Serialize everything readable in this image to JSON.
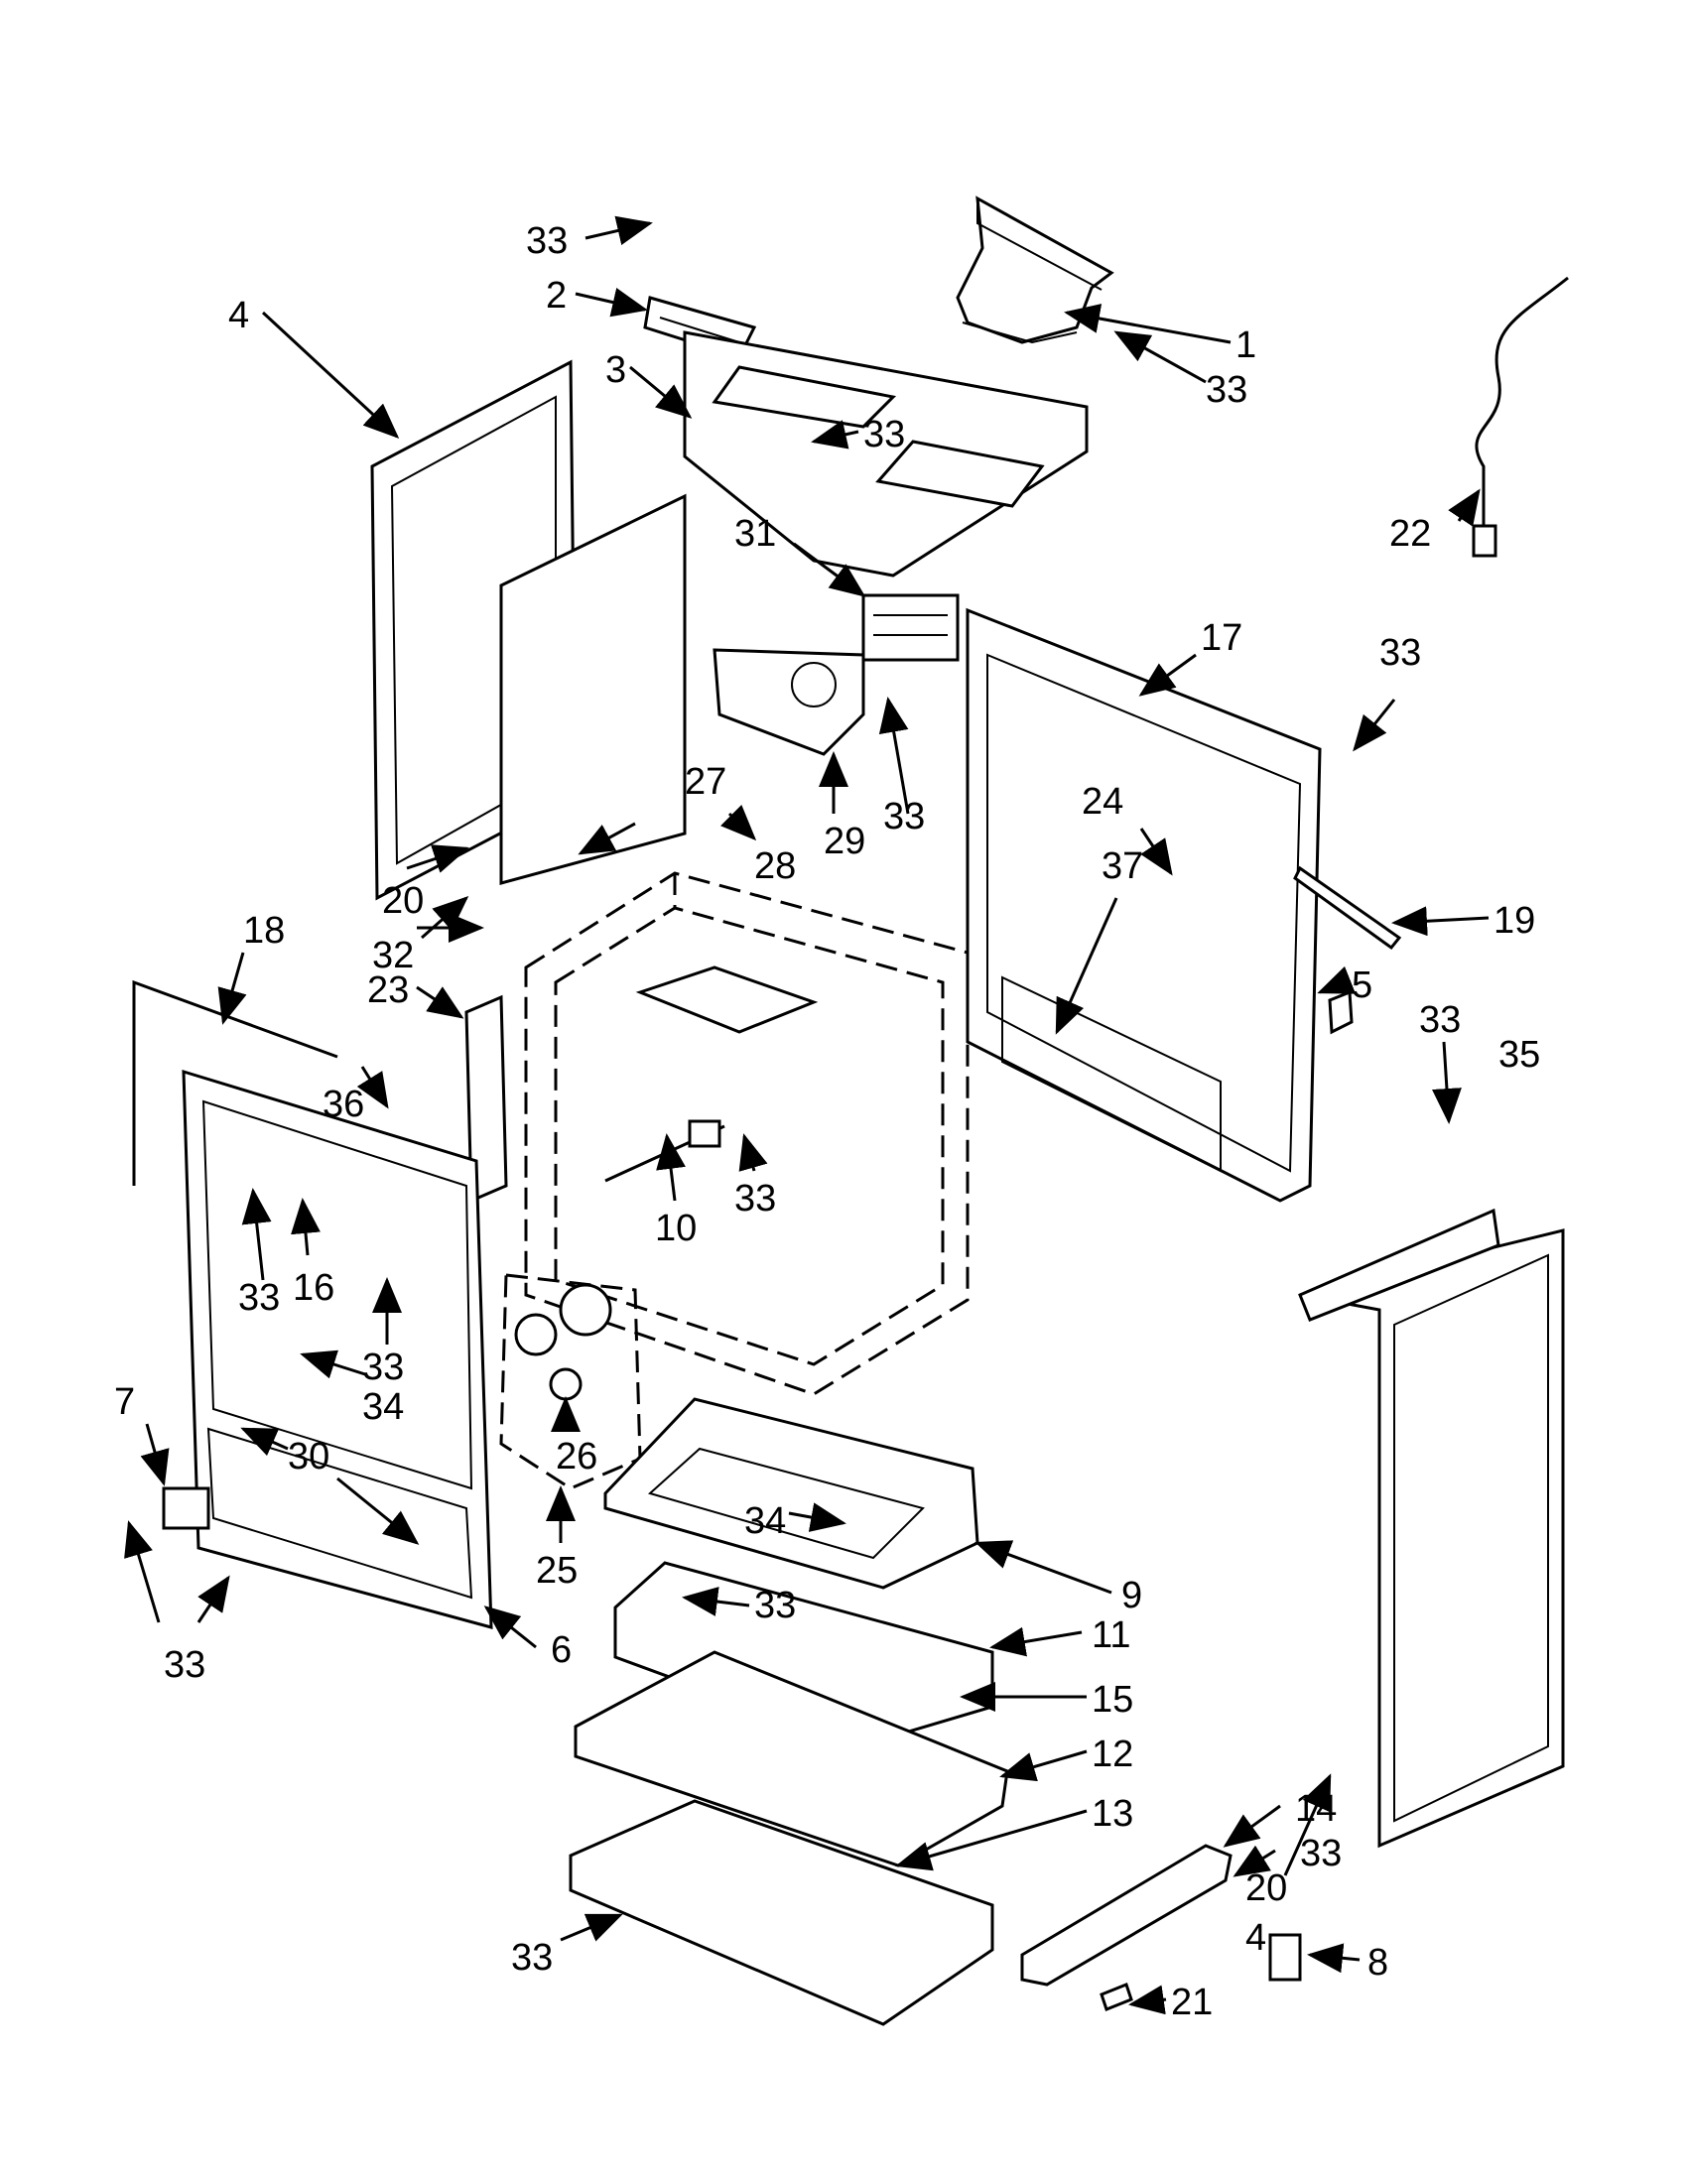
{
  "callouts": {
    "c1": "1",
    "c2": "2",
    "c3": "3",
    "c4a": "4",
    "c4b": "4",
    "c5": "5",
    "c6": "6",
    "c7": "7",
    "c8": "8",
    "c9": "9",
    "c10": "10",
    "c11": "11",
    "c12": "12",
    "c13": "13",
    "c14": "14",
    "c15": "15",
    "c16": "16",
    "c17": "17",
    "c18": "18",
    "c19": "19",
    "c20a": "20",
    "c20b": "20",
    "c21": "21",
    "c22": "22",
    "c23": "23",
    "c24": "24",
    "c25": "25",
    "c26": "26",
    "c27": "27",
    "c28": "28",
    "c29": "29",
    "c30": "30",
    "c31": "31",
    "c32": "32",
    "c33a": "33",
    "c33b": "33",
    "c33c": "33",
    "c33d": "33",
    "c33e": "33",
    "c33f": "33",
    "c33g": "33",
    "c33h": "33",
    "c33i": "33",
    "c33j": "33",
    "c33k": "33",
    "c33l": "33",
    "c34a": "34",
    "c34b": "34",
    "c35": "35",
    "c36": "36",
    "c37": "37"
  }
}
